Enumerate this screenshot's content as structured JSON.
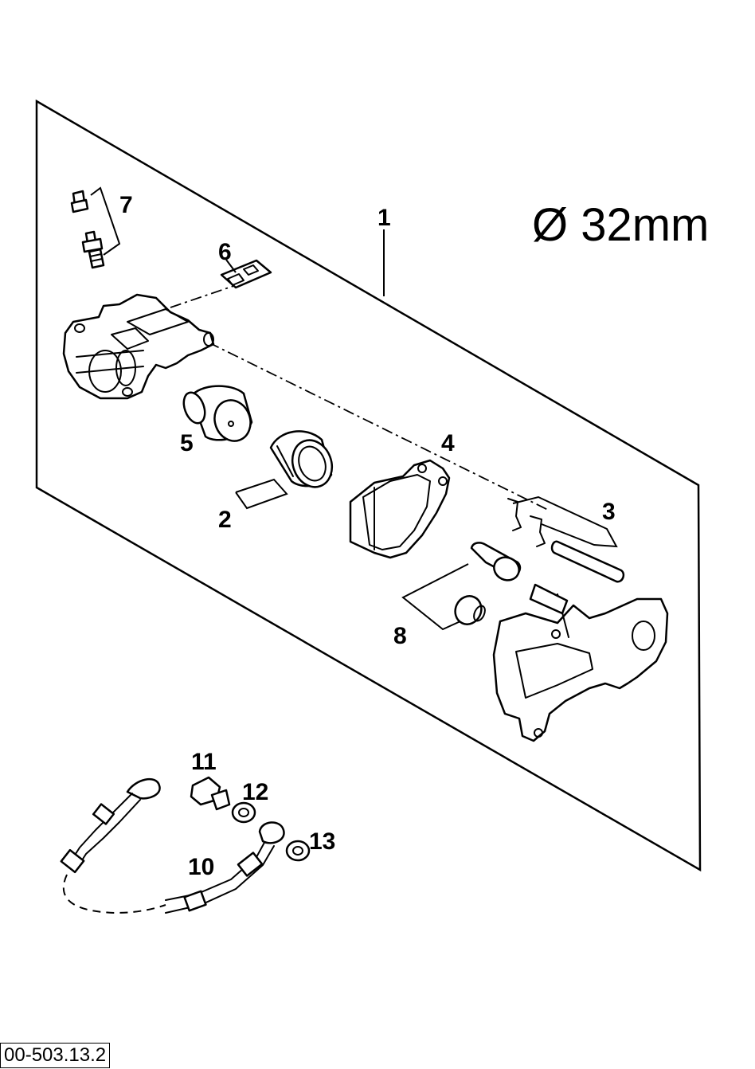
{
  "diagram": {
    "spec_label": "Ø 32mm",
    "drawing_code": "00-503.13.2",
    "callouts": [
      {
        "id": "callout-1",
        "text": "1"
      },
      {
        "id": "callout-2",
        "text": "2"
      },
      {
        "id": "callout-3",
        "text": "3"
      },
      {
        "id": "callout-4",
        "text": "4"
      },
      {
        "id": "callout-5",
        "text": "5"
      },
      {
        "id": "callout-6",
        "text": "6"
      },
      {
        "id": "callout-7",
        "text": "7"
      },
      {
        "id": "callout-8",
        "text": "8"
      },
      {
        "id": "callout-10",
        "text": "10"
      },
      {
        "id": "callout-11",
        "text": "11"
      },
      {
        "id": "callout-12",
        "text": "12"
      },
      {
        "id": "callout-13",
        "text": "13"
      }
    ]
  }
}
